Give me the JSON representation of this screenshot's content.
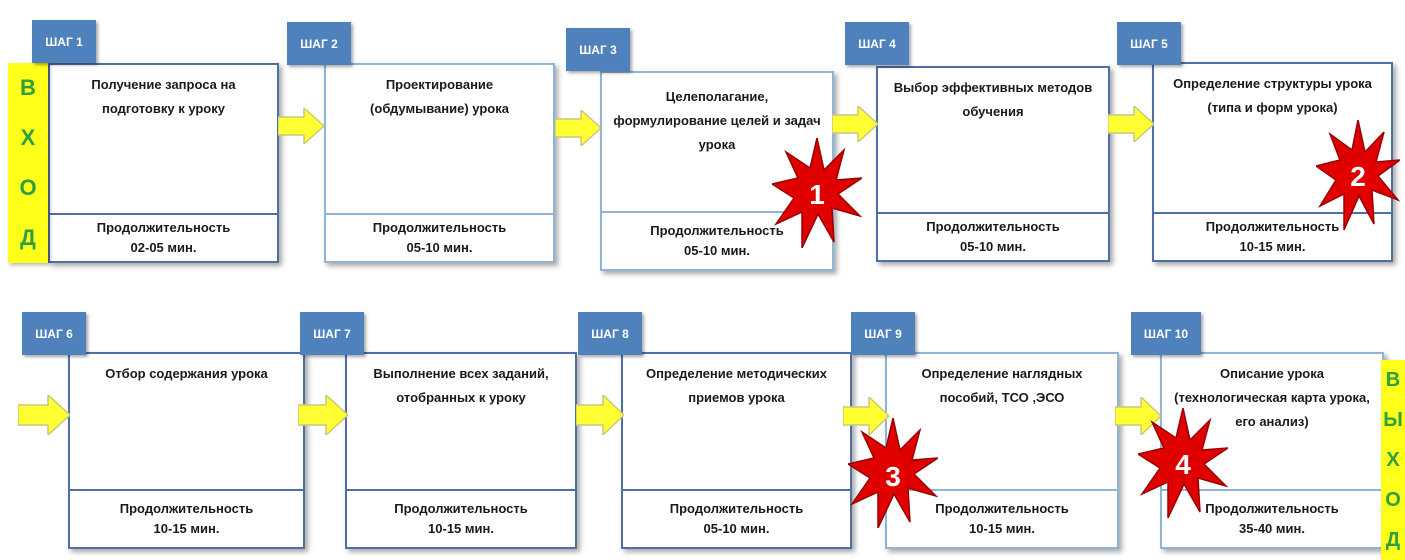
{
  "colors": {
    "tab": "#4f81bd",
    "box_border": "#8eb4d6",
    "box_border_strong": "#4f6fa8",
    "arrow_fill": "#ffff33",
    "side_bar": "#ffff1a",
    "side_text": "#2fa040",
    "burst": "#e00000"
  },
  "entry_label": [
    "В",
    "Х",
    "О",
    "Д"
  ],
  "exit_label": [
    "В",
    "Ы",
    "Х",
    "О",
    "Д"
  ],
  "steps": [
    {
      "tab": "ШАГ 1",
      "title": "Получение запроса на подготовку к уроку",
      "duration_label": "Продолжительность",
      "duration": "02-05 мин."
    },
    {
      "tab": "ШАГ 2",
      "title": "Проектирование (обдумывание) урока",
      "duration_label": "Продолжительность",
      "duration": "05-10 мин."
    },
    {
      "tab": "ШАГ 3",
      "title": "Целеполагание, формулирование целей и задач урока",
      "duration_label": "Продолжительность",
      "duration": "05-10 мин."
    },
    {
      "tab": "ШАГ 4",
      "title": "Выбор эффективных методов обучения",
      "duration_label": "Продолжительность",
      "duration": "05-10 мин."
    },
    {
      "tab": "ШАГ 5",
      "title": "Определение структуры урока (типа и форм урока)",
      "duration_label": "Продолжительность",
      "duration": "10-15 мин."
    },
    {
      "tab": "ШАГ 6",
      "title": "Отбор содержания урока",
      "duration_label": "Продолжительность",
      "duration": "10-15 мин."
    },
    {
      "tab": "ШАГ 7",
      "title": "Выполнение всех заданий, отобранных к уроку",
      "duration_label": "Продолжительность",
      "duration": "10-15 мин."
    },
    {
      "tab": "ШАГ 8",
      "title": "Определение методических приемов урока",
      "duration_label": "Продолжительность",
      "duration": "05-10 мин."
    },
    {
      "tab": "ШАГ 9",
      "title": "Определение наглядных пособий, ТСО ,ЭСО",
      "duration_label": "Продолжительность",
      "duration": "10-15 мин."
    },
    {
      "tab": "ШАГ 10",
      "title": "Описание урока (технологическая карта урока, его анализ)",
      "duration_label": "Продолжительность",
      "duration": "35-40 мин."
    }
  ],
  "markers": [
    "1",
    "2",
    "3",
    "4"
  ]
}
